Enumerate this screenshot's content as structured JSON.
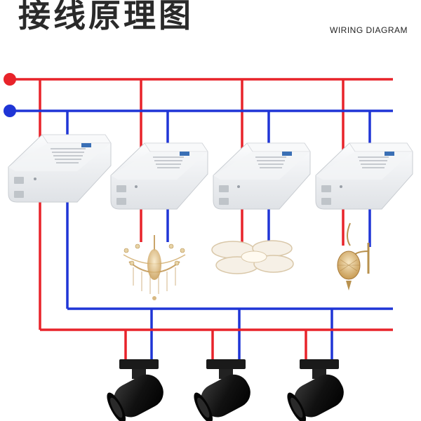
{
  "title": "接线原理图",
  "subtitle": "WIRING DIAGRAM",
  "colors": {
    "live_wire": "#e8232a",
    "neutral_wire": "#1f35d6",
    "title_text": "#2a2a2a",
    "module_body": "#eef0f2",
    "spotlight_body": "#111111"
  },
  "components": {
    "controller_modules": 4,
    "ceiling_lamps": [
      "crystal-chandelier-icon",
      "flower-ceiling-light-icon",
      "wall-sconce-icon"
    ],
    "spotlights": 3
  }
}
